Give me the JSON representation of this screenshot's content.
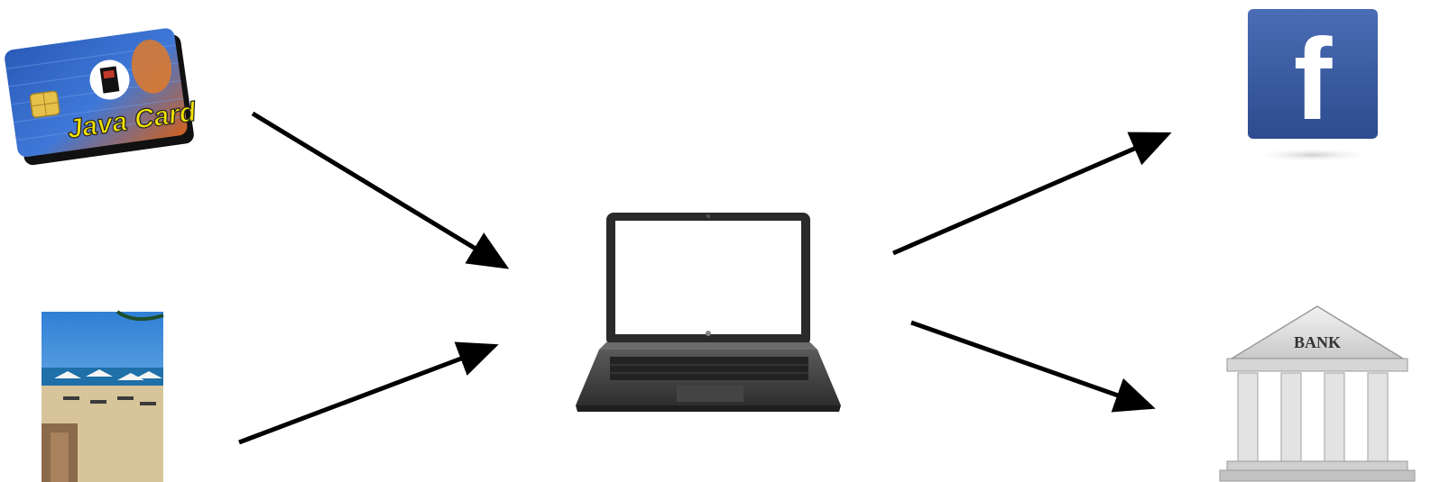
{
  "diagram": {
    "nodes": {
      "java_card": {
        "label": "Java Card",
        "icon": "smart-card-icon"
      },
      "beach_photo": {
        "icon": "beach-photo-icon"
      },
      "laptop": {
        "icon": "laptop-icon"
      },
      "facebook": {
        "letter": "f",
        "icon": "facebook-logo-icon",
        "brand_color": "#3b5998"
      },
      "bank": {
        "label": "BANK",
        "icon": "bank-building-icon"
      }
    },
    "edges": [
      {
        "from": "java_card",
        "to": "laptop"
      },
      {
        "from": "beach_photo",
        "to": "laptop"
      },
      {
        "from": "laptop",
        "to": "facebook"
      },
      {
        "from": "laptop",
        "to": "bank"
      }
    ]
  }
}
